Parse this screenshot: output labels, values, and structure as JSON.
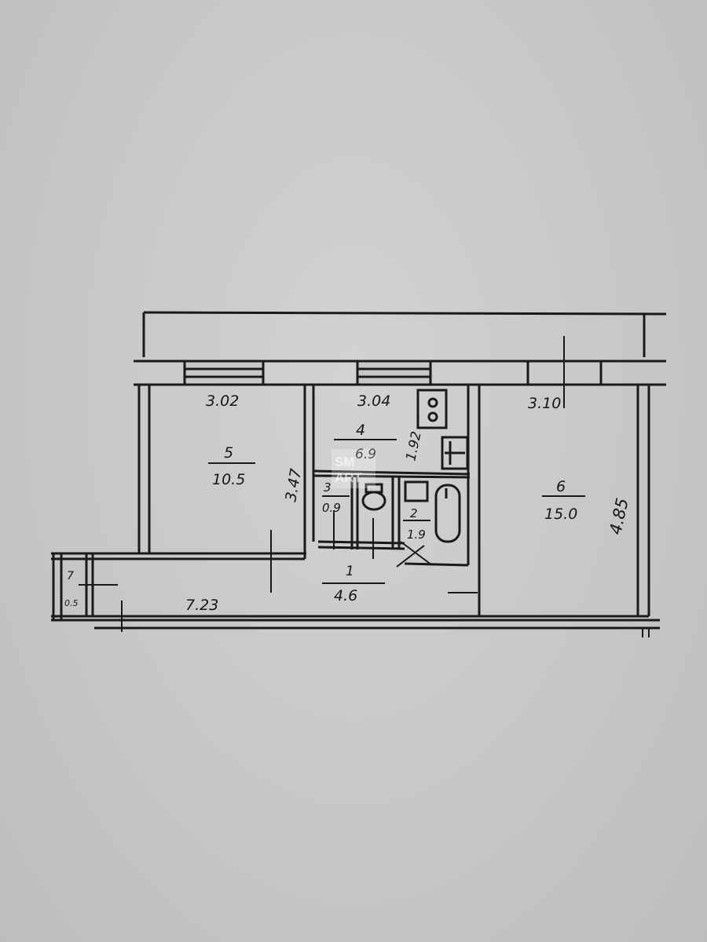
{
  "floor_plan": {
    "rooms": [
      {
        "number": "5",
        "area": "10.5",
        "width": "3.02",
        "length": "3.47"
      },
      {
        "number": "4",
        "area": "6.9",
        "width": "3.04",
        "length": "1.92"
      },
      {
        "number": "3",
        "area": "0.9"
      },
      {
        "number": "2",
        "area": "1.9"
      },
      {
        "number": "6",
        "area": "15.0",
        "width": "3.10",
        "length": "4.85"
      },
      {
        "number": "1",
        "area": "4.6",
        "length": "7.23"
      },
      {
        "number": "7",
        "area": "0.5"
      }
    ],
    "watermark": "SMART"
  }
}
